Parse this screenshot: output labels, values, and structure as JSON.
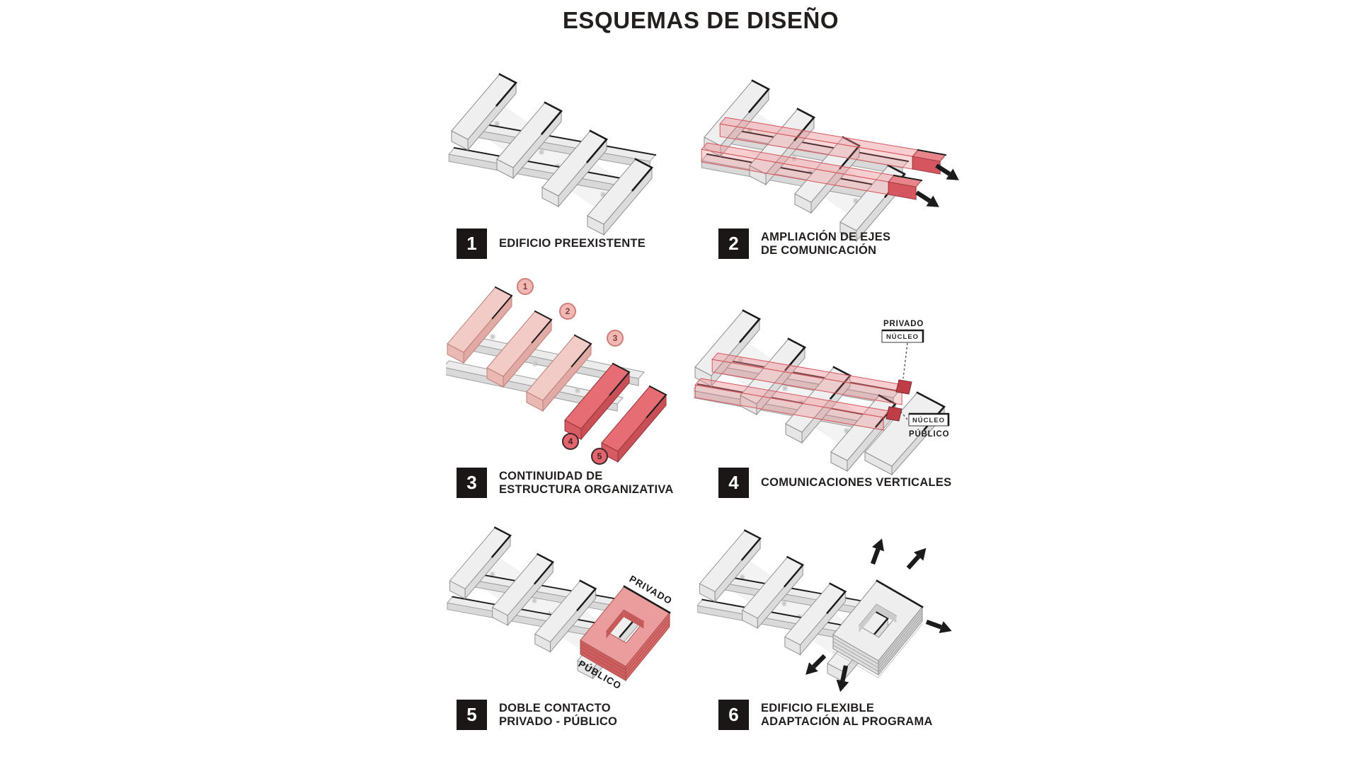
{
  "page": {
    "title": "ESQUEMAS DE DISEÑO"
  },
  "colors": {
    "ink": "#241f1f",
    "badge_background": "#1b1717",
    "badge_foreground": "#ffffff",
    "building_gray": "#efefef",
    "light_pink": "#f3cbc6",
    "coral_red": "#e56d73",
    "axis_red_stroke": "#d4565c"
  },
  "diagrams": [
    {
      "number": "1",
      "lines": [
        "EDIFICIO PREEXISTENTE",
        ""
      ]
    },
    {
      "number": "2",
      "lines": [
        "AMPLIACIÓN DE EJES",
        "DE COMUNICACIÓN"
      ],
      "arrow_count": 2
    },
    {
      "number": "3",
      "lines": [
        "CONTINUIDAD DE",
        "ESTRUCTURA ORGANIZATIVA"
      ],
      "markers": [
        "1",
        "2",
        "3",
        "4",
        "5"
      ]
    },
    {
      "number": "4",
      "lines": [
        "COMUNICACIONES VERTICALES",
        ""
      ],
      "annotations": {
        "top_bold": "PRIVADO",
        "top_boxed": "NÚCLEO",
        "bottom_boxed": "NÚCLEO",
        "bottom_bold": "PÚBLICO"
      }
    },
    {
      "number": "5",
      "lines": [
        "DOBLE CONTACTO",
        "PRIVADO - PÚBLICO"
      ],
      "annotations": {
        "rotated_top": "PRIVADO",
        "rotated_bottom": "PÚBLICO"
      }
    },
    {
      "number": "6",
      "lines": [
        "EDIFICIO FLEXIBLE",
        "ADAPTACIÓN AL PROGRAMA"
      ],
      "arrow_count": 5
    }
  ]
}
